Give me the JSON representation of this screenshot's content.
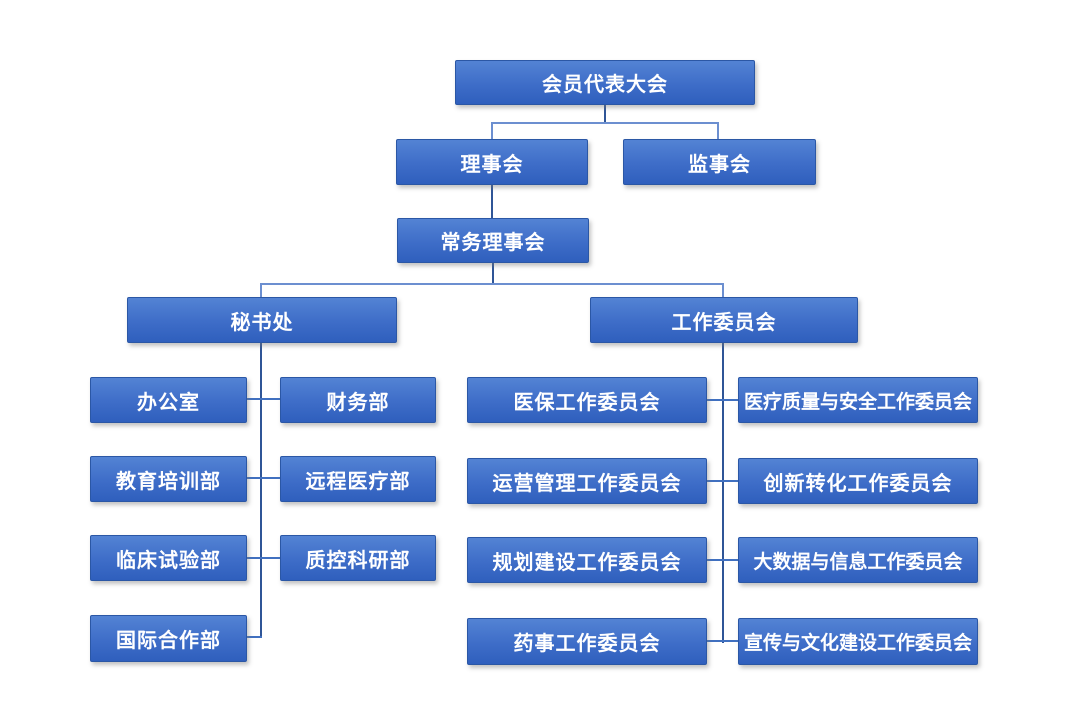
{
  "org": {
    "root": {
      "label": "会员代表大会"
    },
    "board": {
      "label": "理事会"
    },
    "supervisory": {
      "label": "监事会"
    },
    "standing_council": {
      "label": "常务理事会"
    },
    "secretariat": {
      "label": "秘书处",
      "departments": [
        {
          "label": "办公室"
        },
        {
          "label": "财务部"
        },
        {
          "label": "教育培训部"
        },
        {
          "label": "远程医疗部"
        },
        {
          "label": "临床试验部"
        },
        {
          "label": "质控科研部"
        },
        {
          "label": "国际合作部"
        }
      ]
    },
    "working_committee": {
      "label": "工作委员会",
      "committees": [
        {
          "label": "医保工作委员会"
        },
        {
          "label": "医疗质量与安全工作委员会"
        },
        {
          "label": "运营管理工作委员会"
        },
        {
          "label": "创新转化工作委员会"
        },
        {
          "label": "规划建设工作委员会"
        },
        {
          "label": "大数据与信息工作委员会"
        },
        {
          "label": "药事工作委员会"
        },
        {
          "label": "宣传与文化建设工作委员会"
        }
      ]
    }
  },
  "colors": {
    "node_fill_top": "#5383D4",
    "node_fill_bottom": "#2F5FBD",
    "node_border": "#2B57A5",
    "node_text": "#FFFFFF",
    "connector_dark": "#2F5597",
    "connector_light": "#6C8FD0",
    "connector_stub": "#4070C0",
    "background": "#FFFFFF"
  }
}
